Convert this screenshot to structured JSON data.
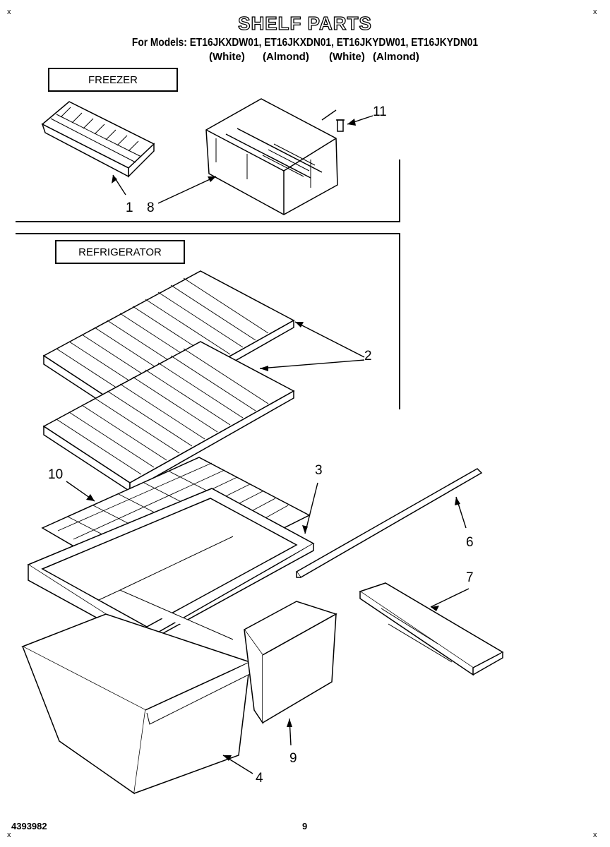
{
  "header": {
    "title": "SHELF PARTS",
    "models_line": "For Models: ET16JKXDW01, ET16JKXDN01, ET16JKYDW01, ET16JKYDN01",
    "color_labels": [
      "(White)",
      "(Almond)",
      "(White)",
      "(Almond)"
    ]
  },
  "sections": {
    "freezer": "FREEZER",
    "refrigerator": "REFRIGERATOR"
  },
  "callouts": {
    "c1": "1",
    "c8": "8",
    "c11": "11",
    "c2": "2",
    "c3": "3",
    "c10": "10",
    "c6": "6",
    "c7": "7",
    "c9": "9",
    "c4": "4"
  },
  "corner_marks": [
    "x",
    "x",
    "x",
    "x"
  ],
  "footer": {
    "doc_code": "4393982",
    "page_number": "9"
  }
}
